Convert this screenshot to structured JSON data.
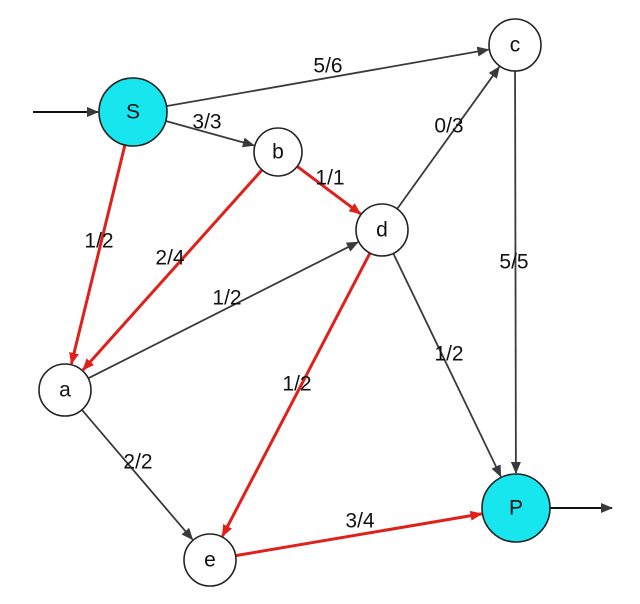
{
  "colors": {
    "black_edge": "#3a3a3a",
    "red_edge": "#e0201a",
    "source_sink_fill": "#17e6ee",
    "node_fill": "#ffffff"
  },
  "nodes": [
    {
      "id": "S",
      "label": "S",
      "highlight": true
    },
    {
      "id": "b",
      "label": "b",
      "highlight": false
    },
    {
      "id": "c",
      "label": "c",
      "highlight": false
    },
    {
      "id": "d",
      "label": "d",
      "highlight": false
    },
    {
      "id": "a",
      "label": "a",
      "highlight": false
    },
    {
      "id": "e",
      "label": "e",
      "highlight": false
    },
    {
      "id": "P",
      "label": "P",
      "highlight": true
    }
  ],
  "edges": [
    {
      "from": "S",
      "to": "c",
      "label": "5/6",
      "red": false
    },
    {
      "from": "S",
      "to": "b",
      "label": "3/3",
      "red": false
    },
    {
      "from": "S",
      "to": "a",
      "label": "1/2",
      "red": true
    },
    {
      "from": "b",
      "to": "d",
      "label": "1/1",
      "red": true
    },
    {
      "from": "b",
      "to": "a",
      "label": "2/4",
      "red": true
    },
    {
      "from": "d",
      "to": "c",
      "label": "0/3",
      "red": false
    },
    {
      "from": "a",
      "to": "d",
      "label": "1/2",
      "red": false
    },
    {
      "from": "c",
      "to": "P",
      "label": "5/5",
      "red": false
    },
    {
      "from": "d",
      "to": "P",
      "label": "1/2",
      "red": false
    },
    {
      "from": "d",
      "to": "e",
      "label": "1/2",
      "red": true
    },
    {
      "from": "a",
      "to": "e",
      "label": "2/2",
      "red": false
    },
    {
      "from": "e",
      "to": "P",
      "label": "3/4",
      "red": true
    }
  ],
  "source_arrow": {
    "to": "S"
  },
  "sink_arrow": {
    "from": "P"
  }
}
